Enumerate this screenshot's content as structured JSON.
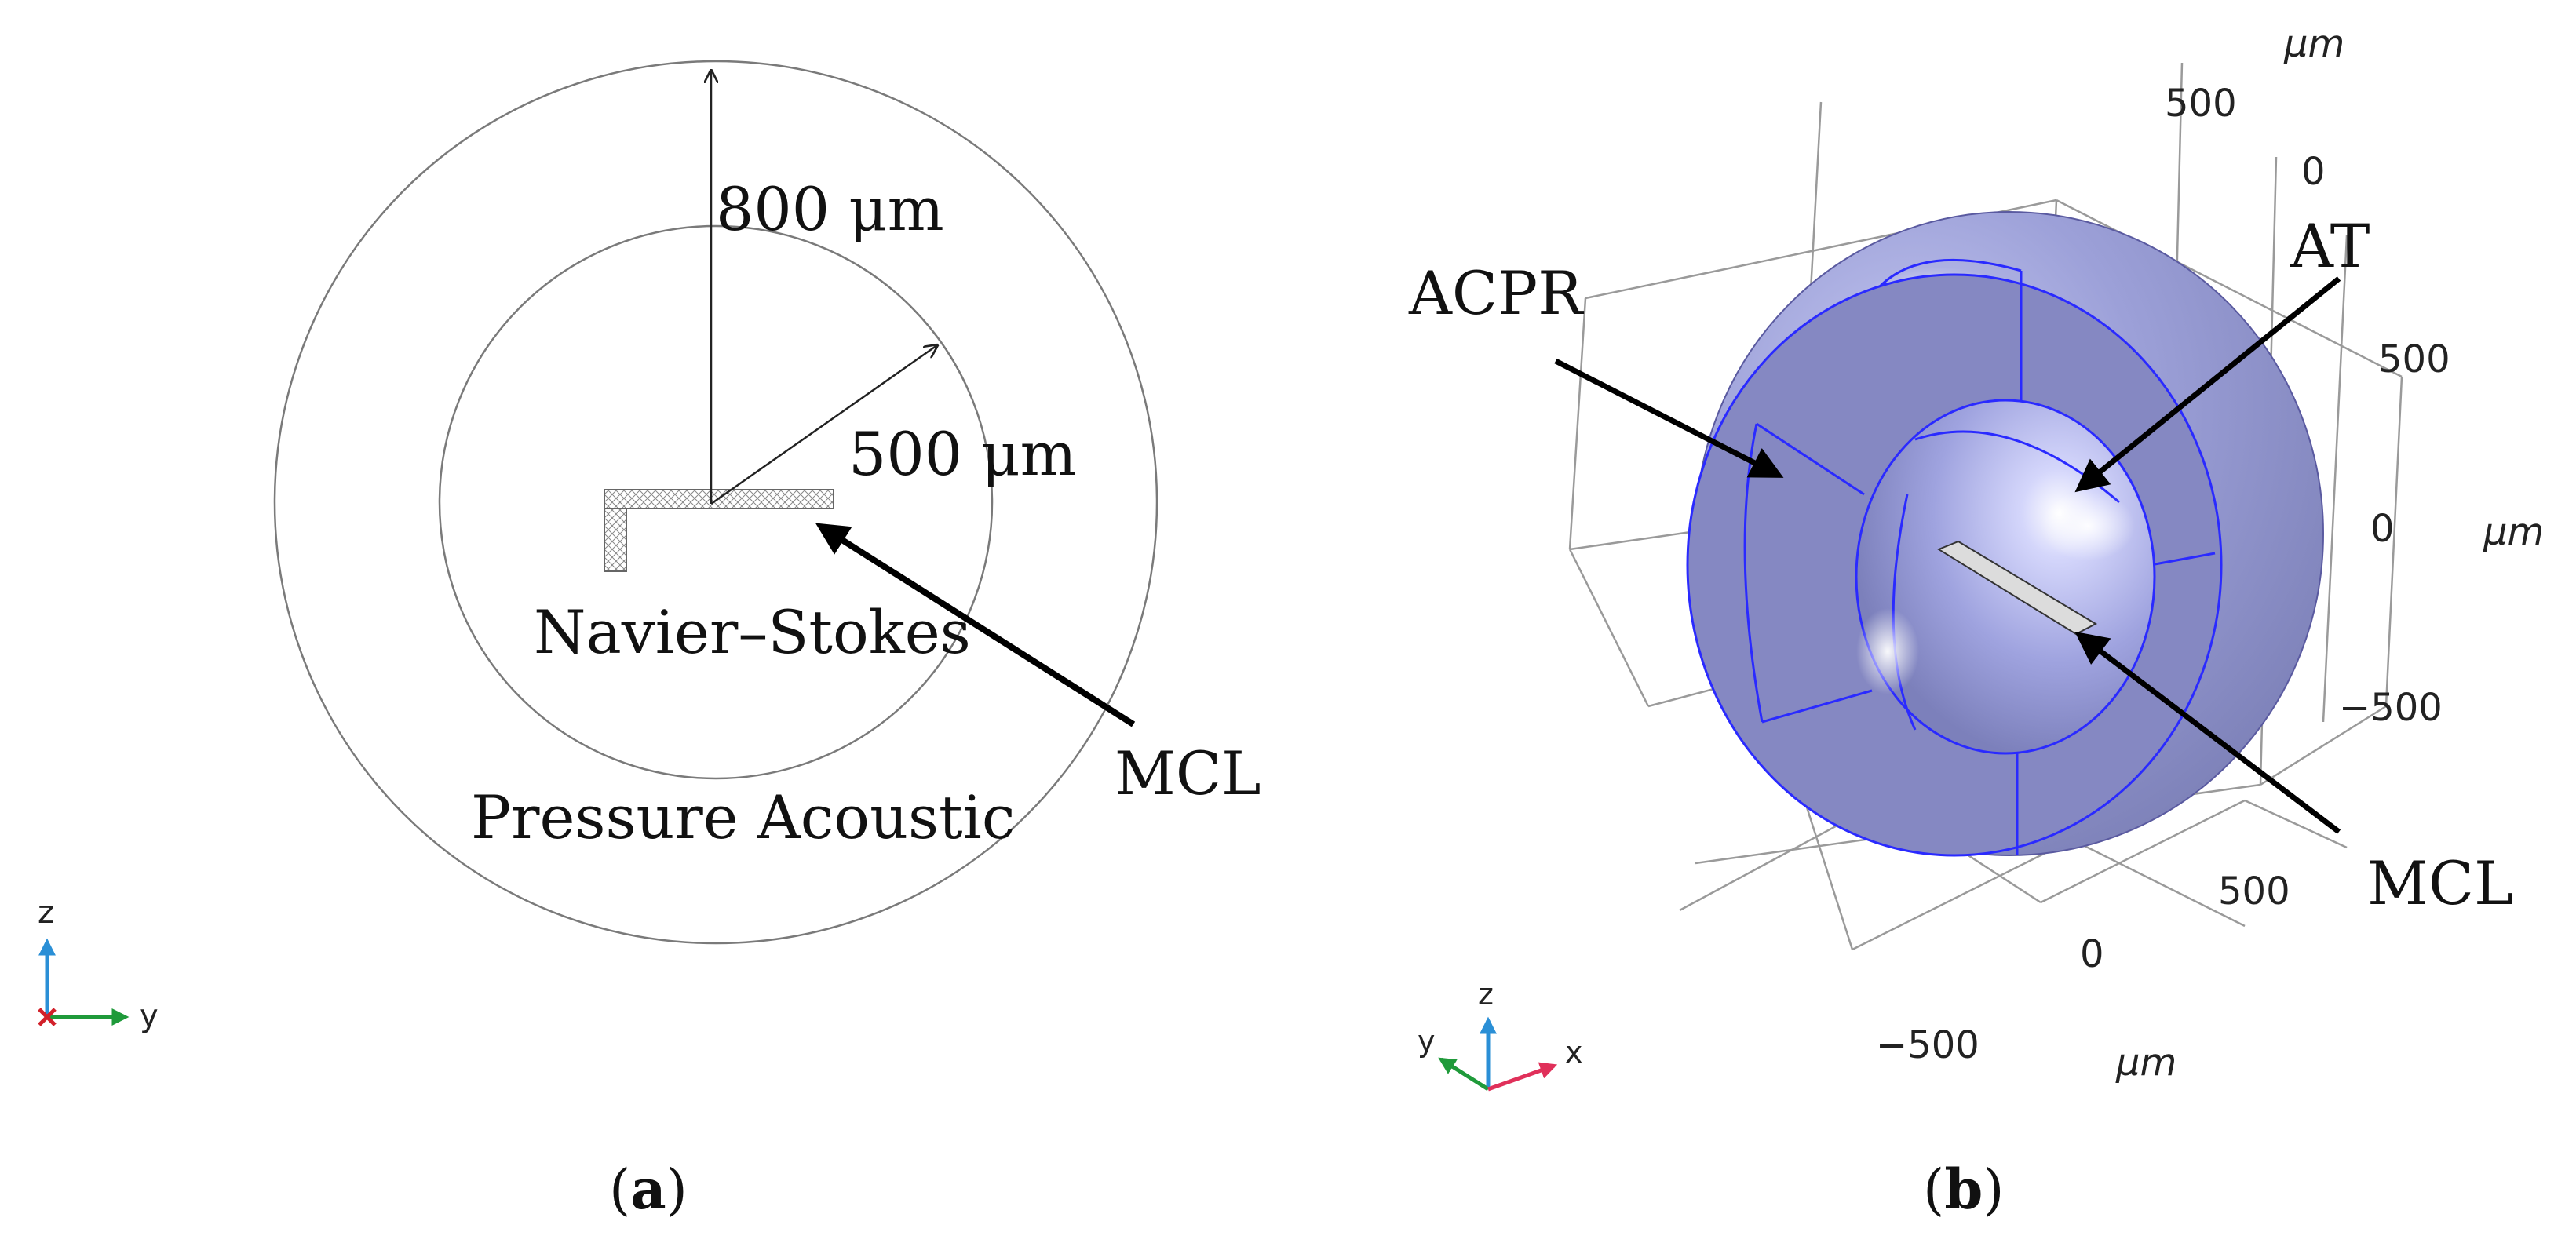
{
  "panel_a": {
    "caption_letter": "a",
    "dim_outer": "800 μm",
    "dim_inner": "500 μm",
    "inner_domain": "Navier–Stokes",
    "outer_domain": "Pressure Acoustic",
    "pointer_label": "MCL",
    "triad": {
      "vertical": "z",
      "horizontal": "y"
    }
  },
  "panel_b": {
    "caption_letter": "b",
    "label_acpr": "ACPR",
    "label_at": "AT",
    "label_mcl": "MCL",
    "axis_unit": "μm",
    "ticks_top": [
      "500",
      "0"
    ],
    "ticks_right": [
      "500",
      "0",
      "−500"
    ],
    "ticks_bottom": [
      "500",
      "0",
      "−500"
    ],
    "triad": {
      "z": "z",
      "y": "y",
      "x": "x"
    },
    "colors": {
      "body_fill": "#8b8fc4",
      "edge": "#2a2aff",
      "inner_fill": "#a9adea",
      "cantilever": "#d9d9d9"
    }
  }
}
